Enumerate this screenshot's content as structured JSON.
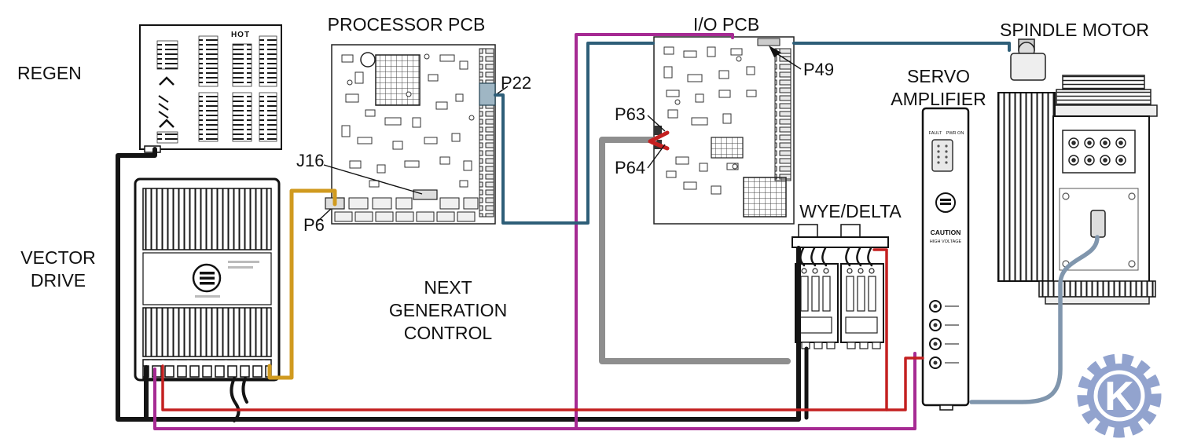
{
  "labels": {
    "regen": "REGEN",
    "processor_pcb": "PROCESSOR PCB",
    "io_pcb": "I/O PCB",
    "spindle_motor": "SPINDLE MOTOR",
    "servo_amplifier": [
      "SERVO",
      "AMPLIFIER"
    ],
    "vector_drive": [
      "VECTOR",
      "DRIVE"
    ],
    "wye_delta": "WYE/DELTA",
    "center": [
      "NEXT",
      "GENERATION",
      "CONTROL"
    ]
  },
  "connectors": {
    "p22": "P22",
    "p49": "P49",
    "p63": "P63",
    "p64": "P64",
    "j16": "J16",
    "p6": "P6"
  },
  "markings": {
    "hot": "HOT",
    "fault": "FAULT",
    "pwr_on": "PWR ON",
    "caution": "CAUTION",
    "caution_sub": "HIGH VOLTAGE"
  },
  "wires": {
    "black": "#141414",
    "yellow": "#d09a1f",
    "magenta": "#a62a93",
    "teal": "#2e5e78",
    "red": "#c42020",
    "gray": "#8e8e8e",
    "blue_gray": "#8096ad",
    "leader": "#111111"
  },
  "watermark": {
    "letter": "K",
    "color": "#7b90c4"
  }
}
